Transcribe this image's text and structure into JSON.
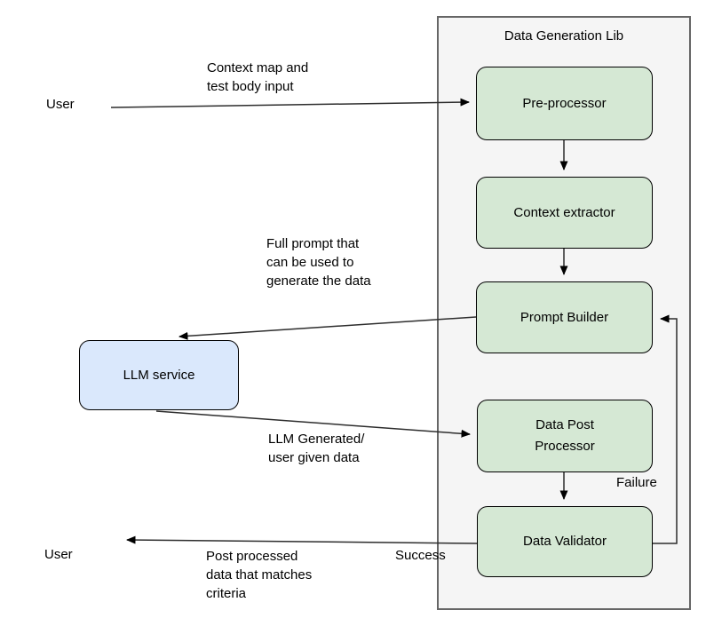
{
  "diagram": {
    "container": {
      "title": "Data Generation Lib"
    },
    "nodes": [
      {
        "id": "pre-processor",
        "label": "Pre-processor"
      },
      {
        "id": "context-extractor",
        "label": "Context extractor"
      },
      {
        "id": "prompt-builder",
        "label": "Prompt Builder"
      },
      {
        "id": "data-post-processor",
        "label": "Data Post\nProcessor"
      },
      {
        "id": "data-validator",
        "label": "Data Validator"
      },
      {
        "id": "llm-service",
        "label": "LLM service"
      }
    ],
    "actors": {
      "user_top": "User",
      "user_bottom": "User"
    },
    "edge_labels": {
      "context_map": "Context map and\ntest body input",
      "full_prompt": "Full prompt that\ncan be used to\ngenerate the data",
      "llm_generated": "LLM Generated/\nuser given data",
      "post_processed": "Post processed\ndata that matches\ncriteria",
      "success": "Success",
      "failure": "Failure"
    },
    "colors": {
      "node_green": "#d5e8d4",
      "node_blue": "#dae8fc",
      "container_bg": "#f5f5f5",
      "container_border": "#666666",
      "stroke": "#000000",
      "edge": "#2d2d2d"
    }
  }
}
